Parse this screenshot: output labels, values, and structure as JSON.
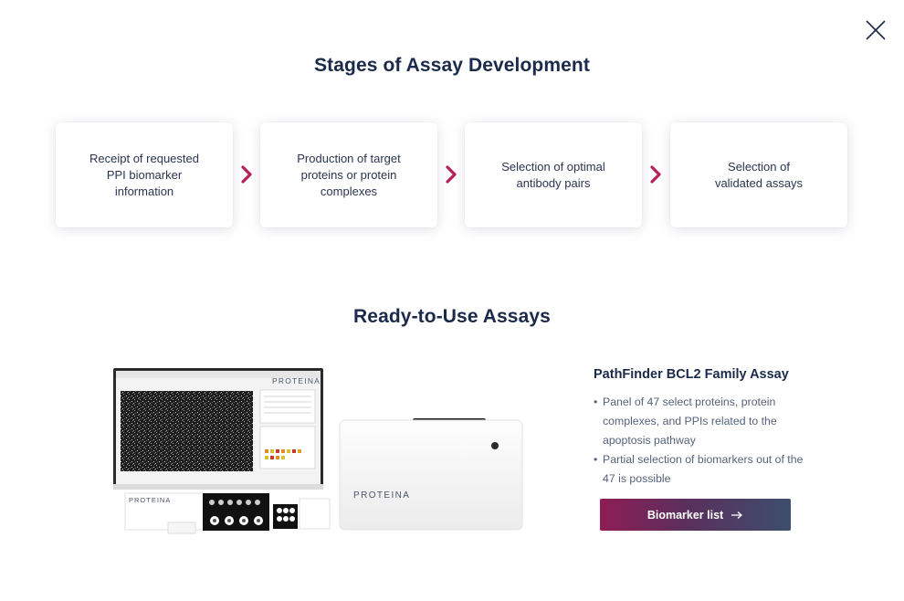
{
  "modal": {
    "close_icon": "close-icon"
  },
  "stages": {
    "title": "Stages of Assay Development",
    "chevron_color": "#b8205a",
    "items": [
      {
        "lines": [
          "Receipt of requested",
          "PPI biomarker",
          "information"
        ]
      },
      {
        "lines": [
          "Production of target",
          "proteins or protein",
          "complexes"
        ]
      },
      {
        "lines": [
          "Selection of optimal",
          "antibody pairs"
        ]
      },
      {
        "lines": [
          "Selection of",
          "validated assays"
        ]
      }
    ]
  },
  "ready": {
    "title": "Ready-to-Use Assays",
    "brand": {
      "monitor_logo": "PROTEINA",
      "device_logo": "PROTEINA",
      "box_logo": "PROTEINA"
    },
    "assay": {
      "title": "PathFinder BCL2 Family Assay",
      "bullets": [
        "Panel of 47 select proteins, protein complexes, and PPIs related to the apoptosis pathway",
        "Partial selection of biomarkers out of the 47 is possible"
      ],
      "button_label": "Biomarker list",
      "button_icon": "arrow-right-icon"
    }
  }
}
